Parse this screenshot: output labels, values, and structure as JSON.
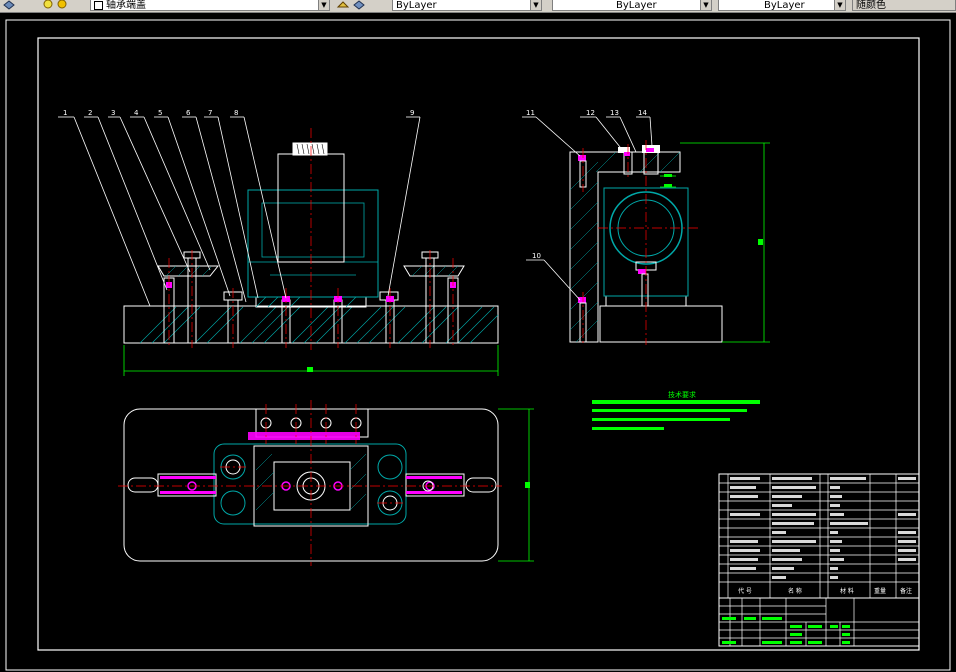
{
  "toolbar": {
    "layer_name": "轴承端盖",
    "color_combo": "ByLayer",
    "linetype_combo": "ByLayer",
    "lineweight_combo": "ByLayer",
    "plotstyle_combo": "随颜色"
  },
  "drawing": {
    "balloons_front": [
      "1",
      "2",
      "3",
      "4",
      "5",
      "6",
      "7",
      "8",
      "9"
    ],
    "balloons_side": [
      "11",
      "12",
      "13",
      "14",
      "10"
    ],
    "tech_title": "技术要求",
    "colors": {
      "background": "#000000",
      "border": "#ffffff",
      "outline": "#ffffff",
      "hatch": "#00a8a8",
      "centerline": "#ff0000",
      "dimension": "#00ff00",
      "part_highlight": "#ff00ff",
      "leader": "#ffffff"
    }
  },
  "title_block": {
    "header_code": "代 号",
    "header_name": "名 称",
    "header_material": "材 料",
    "header_weight": "重量",
    "header_note": "备注"
  }
}
